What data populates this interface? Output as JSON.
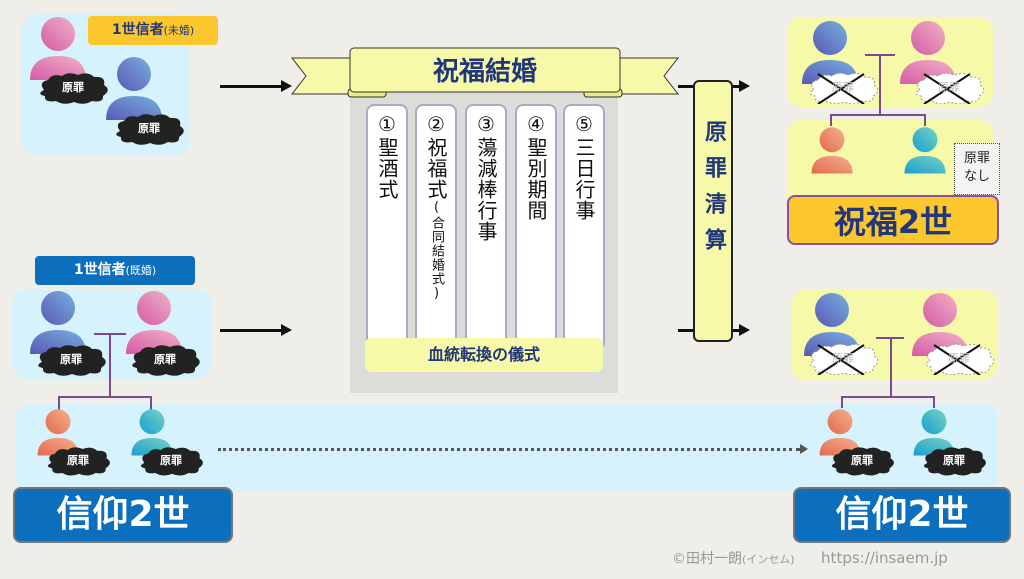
{
  "first_gen_unmarried": {
    "label": "1世信者",
    "label_suffix": "(未婚)",
    "sin_labels": [
      "原罪",
      "原罪"
    ]
  },
  "first_gen_married": {
    "label": "1世信者",
    "label_suffix": "(既婚)",
    "sin_labels": [
      "原罪",
      "原罪"
    ]
  },
  "second_gen_left": {
    "sin_labels": [
      "原罪",
      "原罪"
    ],
    "title": "信仰2世"
  },
  "ceremony": {
    "banner": "祝福結婚",
    "steps": [
      {
        "label": "①聖酒式",
        "sub": ""
      },
      {
        "label": "②祝福式",
        "sub": "(合同結婚式)"
      },
      {
        "label": "③蕩減棒行事",
        "sub": ""
      },
      {
        "label": "④聖別期間",
        "sub": ""
      },
      {
        "label": "⑤三日行事",
        "sub": ""
      }
    ],
    "footer": "血統転換の儀式"
  },
  "cleansing": {
    "label": "原罪清算"
  },
  "blessed_result": {
    "crossed_sin_labels": [
      "原罪",
      "原罪"
    ],
    "callout": "原罪\nなし",
    "callout_line1": "原罪",
    "callout_line2": "なし",
    "title": "祝福2世"
  },
  "faith_result": {
    "crossed_sin_labels": [
      "原罪",
      "原罪"
    ],
    "sin_labels": [
      "原罪",
      "原罪"
    ],
    "title": "信仰2世"
  },
  "footer": {
    "copyright": "©田村一朗",
    "copyright_suffix": "(インセム)",
    "url": "https://insaem.jp"
  },
  "colors": {
    "blue_tag": "#0b6fbe",
    "yellow_tag": "#fcc72d",
    "panel_blue": "#d6f3fd",
    "panel_yellow": "#f5f9a8",
    "navy_text": "#22367a"
  }
}
